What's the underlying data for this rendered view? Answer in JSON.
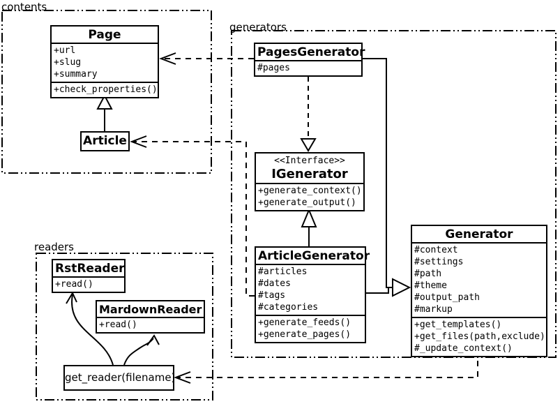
{
  "packages": {
    "contents": {
      "label": "contents"
    },
    "generators": {
      "label": "generators"
    },
    "readers": {
      "label": "readers"
    }
  },
  "classes": {
    "page": {
      "name": "Page",
      "attributes": [
        "+url",
        "+slug",
        "+summary"
      ],
      "methods": [
        "+check_properties()"
      ]
    },
    "article": {
      "name": "Article"
    },
    "pages_generator": {
      "name": "PagesGenerator",
      "attributes": [
        "#pages"
      ]
    },
    "igenerator": {
      "stereotype": "<<Interface>>",
      "name": "IGenerator",
      "methods": [
        "+generate_context()",
        "+generate_output()"
      ]
    },
    "article_generator": {
      "name": "ArticleGenerator",
      "attributes": [
        "#articles",
        "#dates",
        "#tags",
        "#categories"
      ],
      "methods": [
        "+generate_feeds()",
        "+generate_pages()"
      ]
    },
    "generator": {
      "name": "Generator",
      "attributes": [
        "#context",
        "#settings",
        "#path",
        "#theme",
        "#output_path",
        "#markup"
      ],
      "methods": [
        "+get_templates()",
        "+get_files(path,exclude)",
        "#_update_context()"
      ]
    },
    "rst_reader": {
      "name": "RstReader",
      "methods": [
        "+read()"
      ]
    },
    "mardown_reader": {
      "name": "MardownReader",
      "methods": [
        "+read()"
      ]
    },
    "get_reader": {
      "label": "get_reader(filename)"
    }
  },
  "relationships": [
    {
      "from": "PagesGenerator",
      "to": "Page",
      "type": "dependency-dashed"
    },
    {
      "from": "ArticleGenerator",
      "to": "Article",
      "type": "dependency-dashed"
    },
    {
      "from": "PagesGenerator",
      "to": "IGenerator",
      "type": "realization-dashed"
    },
    {
      "from": "ArticleGenerator",
      "to": "IGenerator",
      "type": "generalization"
    },
    {
      "from": "PagesGenerator",
      "to": "Generator",
      "type": "generalization"
    },
    {
      "from": "ArticleGenerator",
      "to": "Generator",
      "type": "generalization"
    },
    {
      "from": "Article",
      "to": "Page",
      "type": "generalization"
    },
    {
      "from": "Generator",
      "to": "get_reader(filename)",
      "type": "dependency-dashed"
    },
    {
      "from": "get_reader(filename)",
      "to": "RstReader",
      "type": "arrow"
    },
    {
      "from": "get_reader(filename)",
      "to": "MardownReader",
      "type": "arrow"
    }
  ],
  "colors": {
    "stroke": "#000000",
    "background": "#ffffff"
  }
}
